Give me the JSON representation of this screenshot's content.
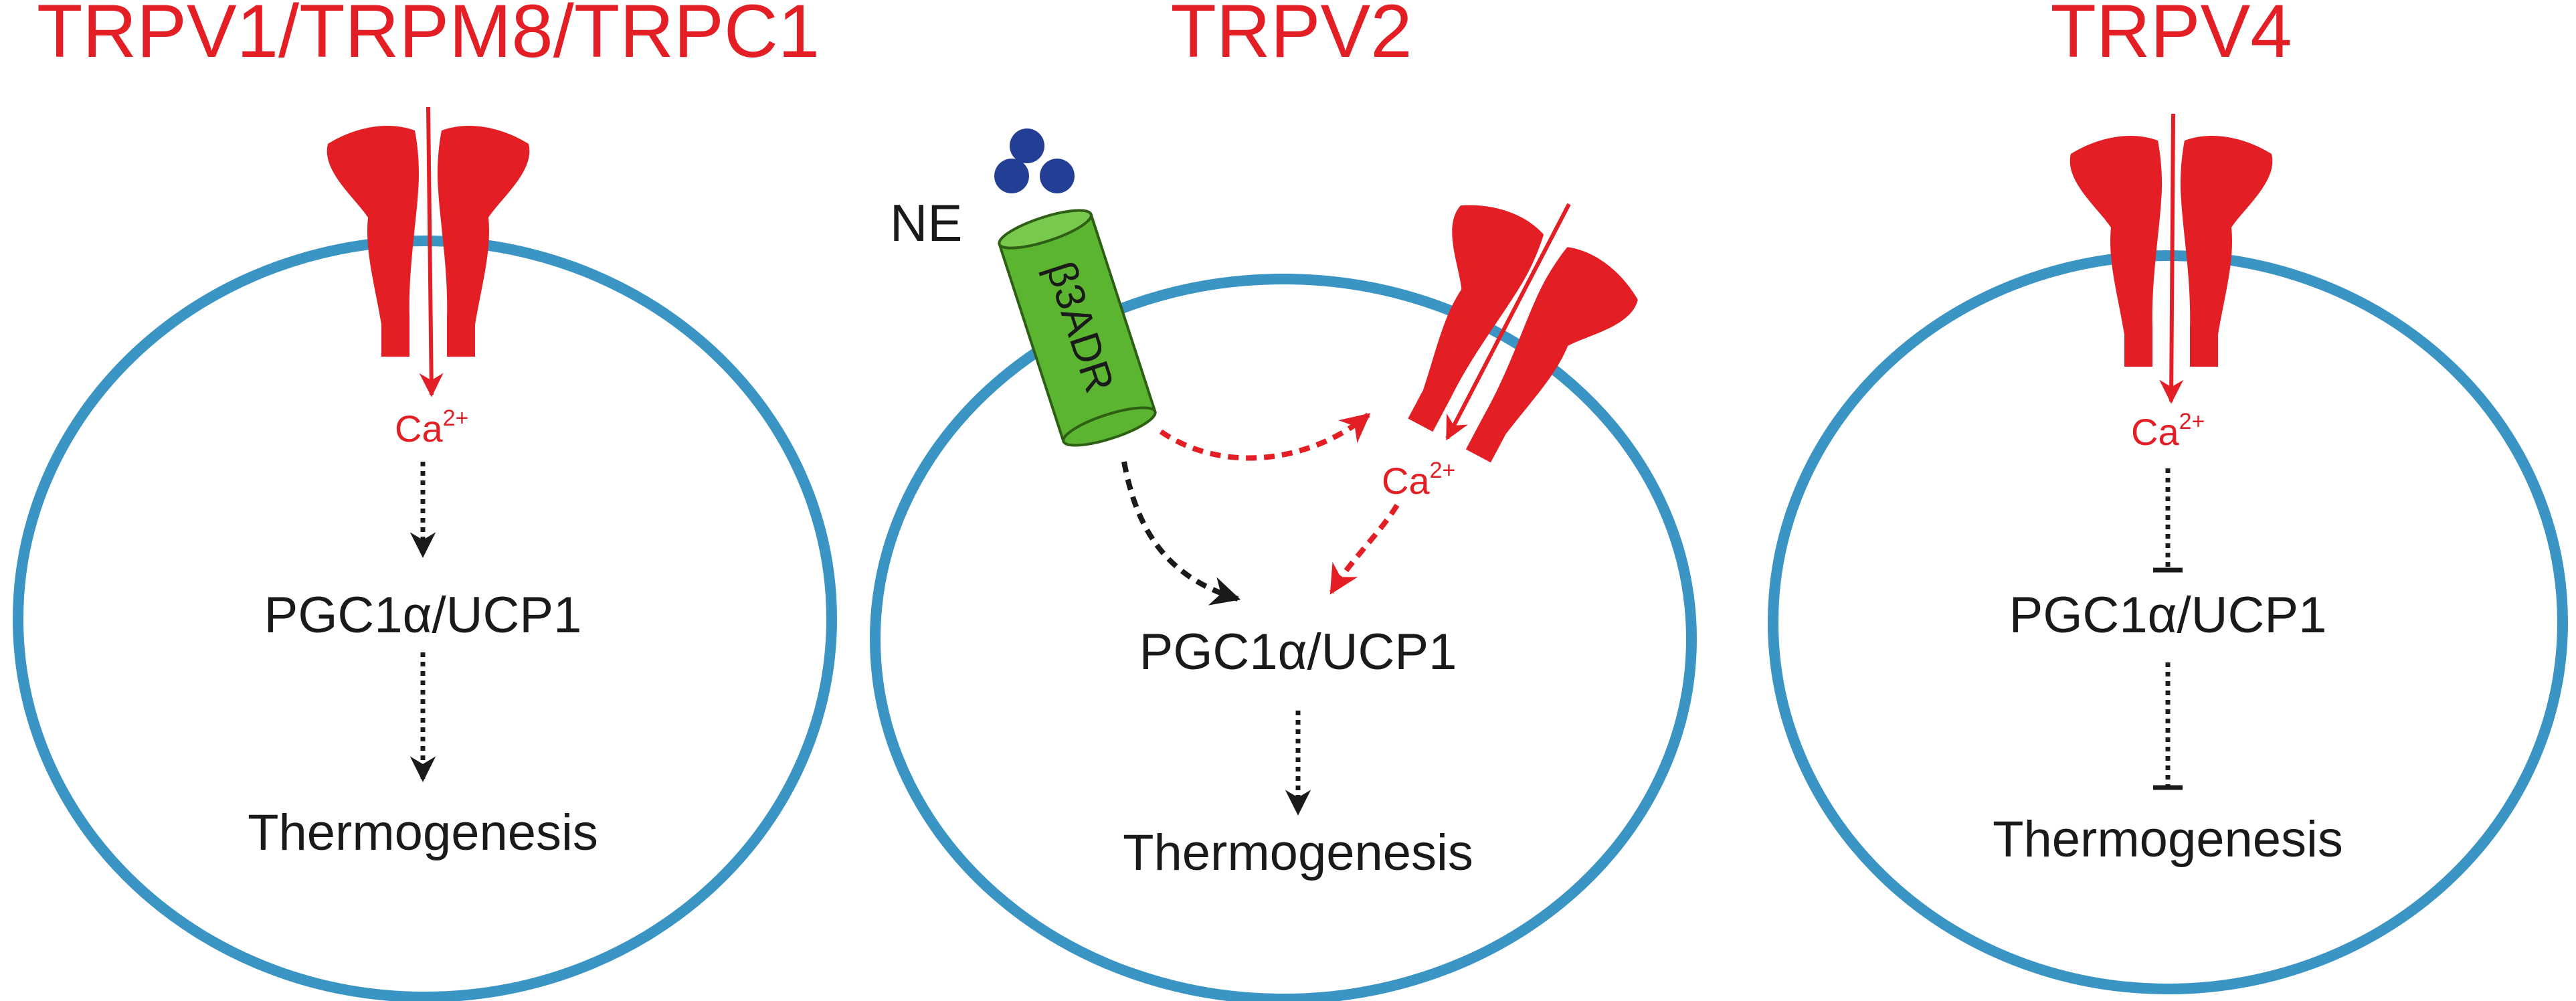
{
  "colors": {
    "cell_outline": "#3a94c4",
    "channel": "#e31e25",
    "title": "#e31e25",
    "arrow_black": "#1a1a1a",
    "receptor_fill": "#5cb531",
    "receptor_stroke": "#2d5f14",
    "ligand": "#233f95"
  },
  "panels": [
    {
      "title": "TRPV1/TRPM8/TRPC1",
      "ion": "Ca",
      "ion_charge": "2+",
      "effector": "PGC1α/UCP1",
      "outcome": "Thermogenesis",
      "effect": "activation"
    },
    {
      "title": "TRPV2",
      "ligand": "NE",
      "receptor": "β3ADR",
      "ion": "Ca",
      "ion_charge": "2+",
      "effector": "PGC1α/UCP1",
      "outcome": "Thermogenesis",
      "effect": "activation"
    },
    {
      "title": "TRPV4",
      "ion": "Ca",
      "ion_charge": "2+",
      "effector": "PGC1α/UCP1",
      "outcome": "Thermogenesis",
      "effect": "inhibition"
    }
  ],
  "icons": {
    "channel": "trp-channel-icon",
    "ligand": "norepinephrine-molecule-icon",
    "receptor": "beta3-adrenergic-receptor-icon"
  }
}
